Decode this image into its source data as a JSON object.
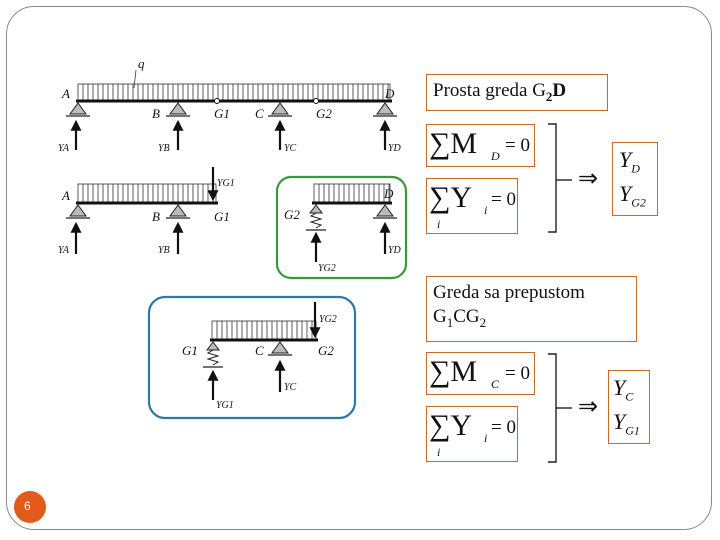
{
  "slide": {
    "page_number": "6",
    "accent": "#e25a1c"
  },
  "beam1": {
    "load_label": "q",
    "nodes": [
      "A",
      "B",
      "G1",
      "C",
      "G2",
      "D"
    ],
    "reactions": [
      "YA",
      "YB",
      "YC",
      "YD"
    ]
  },
  "beam2": {
    "nodes": [
      "A",
      "B",
      "G1"
    ],
    "reactions": [
      "YA",
      "YB"
    ],
    "hinge_force": "YG1"
  },
  "beam3": {
    "nodes": [
      "G2",
      "D"
    ],
    "reactions": [
      "YG2",
      "YD"
    ],
    "frame_color": "#3a9a3a"
  },
  "beam4": {
    "nodes": [
      "G1",
      "C",
      "G2"
    ],
    "reactions": [
      "YG1",
      "YC"
    ],
    "hinge_force": "YG2",
    "frame_color": "#2a7aa8"
  },
  "panel1": {
    "title_main": "Prosta greda G",
    "title_sub": "2",
    "title_end": "D",
    "eq1": "∑M",
    "eq1_sub": "D",
    "eq1_rhs": "= 0",
    "eq2": "∑Y",
    "eq2_sub": "i",
    "eq2_rhs": "= 0",
    "eq2_under": "i",
    "arrow": "⇒",
    "results": [
      "Y",
      "Y"
    ],
    "results_sub": [
      "D",
      "G2"
    ]
  },
  "panel2": {
    "title_line1": "Greda sa prepustom",
    "title_line2_main": "G",
    "title_line2_sub1": "1",
    "title_line2_mid": "CG",
    "title_line2_sub2": "2",
    "eq1": "∑M",
    "eq1_sub": "C",
    "eq1_rhs": "= 0",
    "eq2": "∑Y",
    "eq2_sub": "i",
    "eq2_rhs": "= 0",
    "eq2_under": "i",
    "arrow": "⇒",
    "results": [
      "Y",
      "Y"
    ],
    "results_sub": [
      "C",
      "G1"
    ]
  }
}
